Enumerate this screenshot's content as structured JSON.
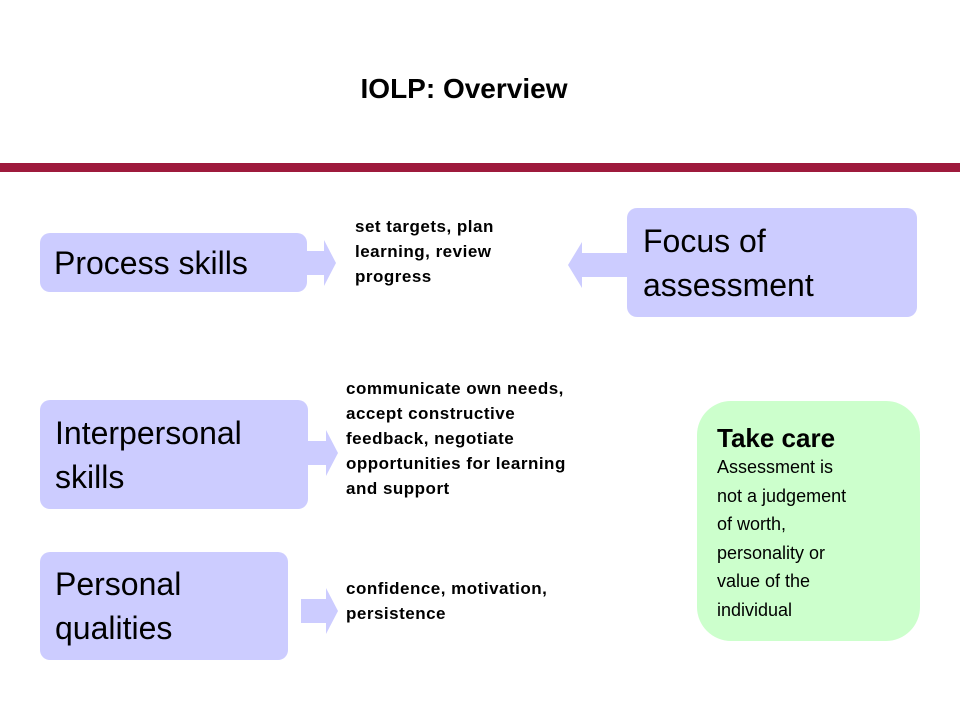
{
  "title": "IOLP: Overview",
  "colors": {
    "rule": "#9e1a3c",
    "box_fill": "#ccccff",
    "care_fill": "#ccffcc",
    "arrow_fill": "#ccccff"
  },
  "rows": {
    "process": {
      "label": "Process skills",
      "description": [
        "set targets, plan",
        "learning, review",
        "progress"
      ]
    },
    "interpersonal": {
      "label": [
        "Interpersonal",
        "skills"
      ],
      "description": [
        "communicate own needs,",
        "accept constructive",
        "feedback, negotiate",
        "opportunities for learning",
        "and support"
      ]
    },
    "personal": {
      "label": [
        "Personal",
        "qualities"
      ],
      "description": [
        "confidence, motivation,",
        "persistence"
      ]
    }
  },
  "focus": {
    "label": [
      "Focus of",
      "assessment"
    ]
  },
  "care": {
    "title": "Take care",
    "body": [
      "Assessment is",
      "not a judgement",
      "of worth,",
      "personality or",
      "value of the",
      "individual"
    ]
  }
}
